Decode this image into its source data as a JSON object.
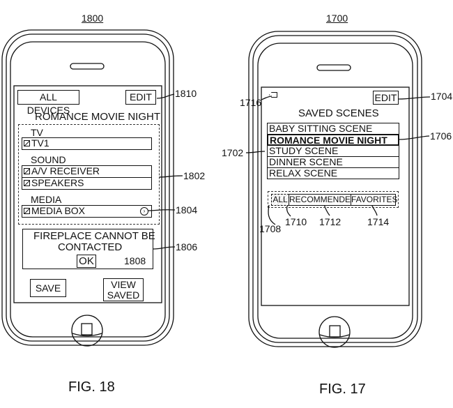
{
  "figures": {
    "left": {
      "ref_number": "1800",
      "caption": "FIG. 18",
      "screen": {
        "all_devices_button": "ALL DEVICES",
        "edit_button": "EDIT",
        "scene_title": "ROMANCE MOVIE NIGHT",
        "groups": [
          {
            "label": "TV",
            "devices": [
              {
                "name": "TV1",
                "checked": true
              }
            ]
          },
          {
            "label": "SOUND",
            "devices": [
              {
                "name": "A/V RECEIVER",
                "checked": true
              },
              {
                "name": "SPEAKERS",
                "checked": true
              }
            ]
          },
          {
            "label": "MEDIA",
            "devices": [
              {
                "name": "MEDIA BOX",
                "checked": true,
                "has_arrow": true
              }
            ]
          }
        ],
        "alert": {
          "line1": "FIREPLACE CANNOT BE",
          "line2": "CONTACTED",
          "ok_button": "OK"
        },
        "save_button": "SAVE",
        "view_saved_button_line1": "VIEW",
        "view_saved_button_line2": "SAVED"
      },
      "callouts": {
        "edit": "1810",
        "device_list": "1802",
        "arrow": "1804",
        "alert": "1806",
        "ok": "1808"
      }
    },
    "right": {
      "ref_number": "1700",
      "caption": "FIG. 17",
      "screen": {
        "edit_button": "EDIT",
        "title": "SAVED SCENES",
        "scenes": [
          {
            "name": "BABY SITTING SCENE",
            "selected": false
          },
          {
            "name": "ROMANCE MOVIE NIGHT",
            "selected": true
          },
          {
            "name": "STUDY SCENE",
            "selected": false
          },
          {
            "name": "DINNER SCENE",
            "selected": false
          },
          {
            "name": "RELAX SCENE",
            "selected": false
          }
        ],
        "filter_tabs": [
          {
            "label": "ALL",
            "active": true
          },
          {
            "label": "RECOMMENDED",
            "active": false
          },
          {
            "label": "FAVORITES",
            "active": false
          }
        ]
      },
      "callouts": {
        "back_icon": "1716",
        "edit": "1704",
        "selected_scene": "1706",
        "scene_list": "1702",
        "tab_bar": "1708",
        "all_tab": "1710",
        "recommended_tab": "1712",
        "favorites_tab": "1714"
      }
    }
  }
}
